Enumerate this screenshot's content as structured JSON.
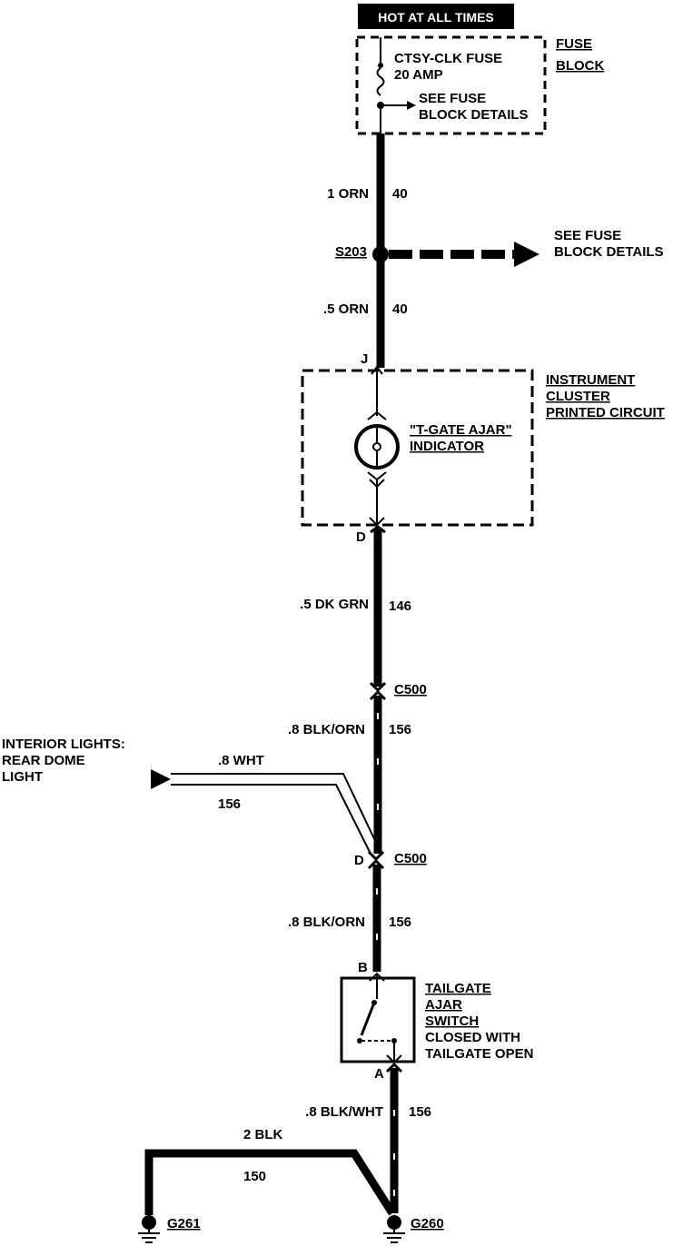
{
  "header": {
    "hot_label": "HOT AT ALL TIMES"
  },
  "fuse_block": {
    "title_line1": "FUSE",
    "title_line2": "BLOCK",
    "fuse_line1": "CTSY-CLK FUSE",
    "fuse_line2": "20 AMP",
    "see_line1": "SEE FUSE",
    "see_line2": "BLOCK DETAILS"
  },
  "wire1": {
    "gauge_color": "1 ORN",
    "circuit": "40"
  },
  "splice": {
    "id": "S203",
    "see_line1": "SEE FUSE",
    "see_line2": "BLOCK DETAILS"
  },
  "wire2": {
    "gauge_color": ".5 ORN",
    "circuit": "40"
  },
  "cluster": {
    "pin_top": "J",
    "pin_bottom": "D",
    "title_line1": "INSTRUMENT",
    "title_line2": "CLUSTER",
    "title_line3": "PRINTED CIRCUIT",
    "indicator_line1": "\"T-GATE AJAR\"",
    "indicator_line2": "INDICATOR"
  },
  "wire3": {
    "gauge_color": ".5 DK GRN",
    "circuit": "146"
  },
  "connector1": {
    "id": "C500"
  },
  "wire4": {
    "gauge_color": ".8 BLK/ORN",
    "circuit": "156"
  },
  "interior": {
    "line1": "INTERIOR LIGHTS:",
    "line2": "REAR DOME",
    "line3": "LIGHT",
    "wire_gauge_color": ".8 WHT",
    "wire_circuit": "156"
  },
  "connector2": {
    "pin": "D",
    "id": "C500"
  },
  "wire5": {
    "gauge_color": ".8 BLK/ORN",
    "circuit": "156"
  },
  "switch": {
    "pin_top": "B",
    "pin_bottom": "A",
    "line1": "TAILGATE",
    "line2": "AJAR",
    "line3": "SWITCH",
    "line4": "CLOSED WITH",
    "line5": "TAILGATE OPEN"
  },
  "wire6": {
    "gauge_color": ".8 BLK/WHT",
    "circuit": "156"
  },
  "wire7": {
    "gauge_color": "2 BLK",
    "circuit": "150"
  },
  "grounds": {
    "g1": "G261",
    "g2": "G260"
  }
}
